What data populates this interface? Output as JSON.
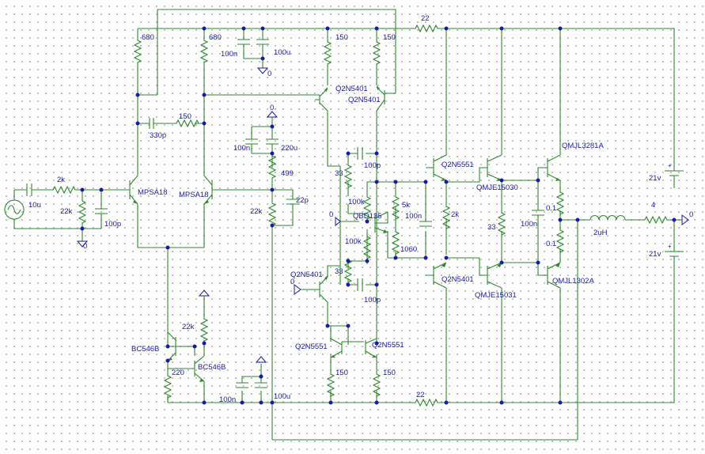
{
  "parts": {
    "c_in": "10u",
    "r_in": "2k",
    "r_bias_in": "22k",
    "c_in_f": "100p",
    "q_ltp1": "MPSA18",
    "q_ltp2": "MPSA18",
    "r680a": "680",
    "r680b": "680",
    "c330p": "330p",
    "r150_fb": "150",
    "c100n_top": "100n",
    "c100u_top": "100u",
    "gnd_top": "0",
    "r150_q1": "150",
    "r150_q2": "150",
    "q_mir1": "Q2N5401",
    "q_mir2": "Q2N5401",
    "gnd_fb": "0",
    "c100n_fb": "100n",
    "c220u": "220u",
    "r499": "499",
    "r22k_fb": "22k",
    "c22p": "22p",
    "r33a": "33",
    "c100p_a": "100p",
    "r100k_a": "100k",
    "r5k": "5k",
    "q_vbe": "QBD135",
    "r100k_b": "100k",
    "r1060": "1060",
    "c100n_vbe": "100n",
    "r33b": "33",
    "c100p_b": "100p",
    "gnd_vbe": "0",
    "q_vas": "Q2N5401",
    "gnd_vas": "0",
    "q_cs1": "Q2N5551",
    "q_cs2": "Q2N5551",
    "r150_cs1": "150",
    "r150_cs2": "150",
    "q_pre_top": "Q2N5551",
    "q_pre_bot": "Q2N5401",
    "r2k": "2k",
    "q_drv_top": "QMJE15030",
    "q_drv_bot": "QMJE15031",
    "r33_drv": "33",
    "q_out_top": "QMJL3281A",
    "q_out_bot": "QMJL1302A",
    "re_top": "0.1",
    "re_bot": "0.1",
    "c100n_out": "100n",
    "l_out": "2uH",
    "r_load": "4",
    "gnd_out": "0",
    "r22_top": "22",
    "r22_bot": "22",
    "v_top": "21v",
    "v_bot": "21v",
    "q_ref1": "BC546B",
    "q_ref2": "BC546B",
    "r22k_ref": "22k",
    "r220": "220",
    "c100n_bot": "100n",
    "c100u_bot": "100u",
    "gnd_in": "0"
  }
}
